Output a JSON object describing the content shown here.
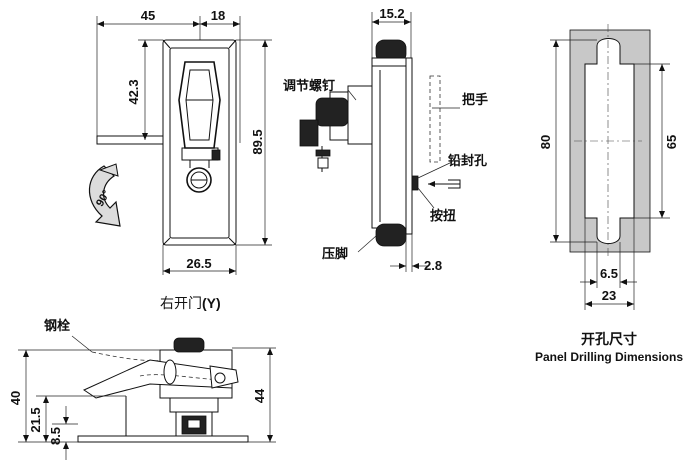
{
  "front_view": {
    "dim_total_width": "45",
    "dim_right_width": "18",
    "dim_upper_height": "42.3",
    "dim_total_height": "89.5",
    "dim_bottom_width": "26.5",
    "rotation_angle": "90°"
  },
  "side_view": {
    "dim_depth": "15.2",
    "dim_base": "2.8",
    "label_adjust_screw": "调节螺钉",
    "label_handle": "把手",
    "label_seal_hole": "铅封孔",
    "label_button": "按扭",
    "label_press_foot": "压脚"
  },
  "panel_cutout": {
    "dim_outer_height": "80",
    "dim_inner_height": "65",
    "dim_slot_width": "6.5",
    "dim_total_width": "23",
    "title_cn": "开孔尺寸",
    "title_en": "Panel Drilling Dimensions"
  },
  "bottom_view": {
    "caption_prefix": "右开门",
    "caption_suffix": "(Y)",
    "label_bolt": "钢栓",
    "dim_40": "40",
    "dim_21_5": "21.5",
    "dim_8_5": "8.5",
    "dim_44": "44"
  },
  "colors": {
    "line": "#111111",
    "panel_fill": "#c8c8c8",
    "metal_fill": "#e6e6e6"
  }
}
